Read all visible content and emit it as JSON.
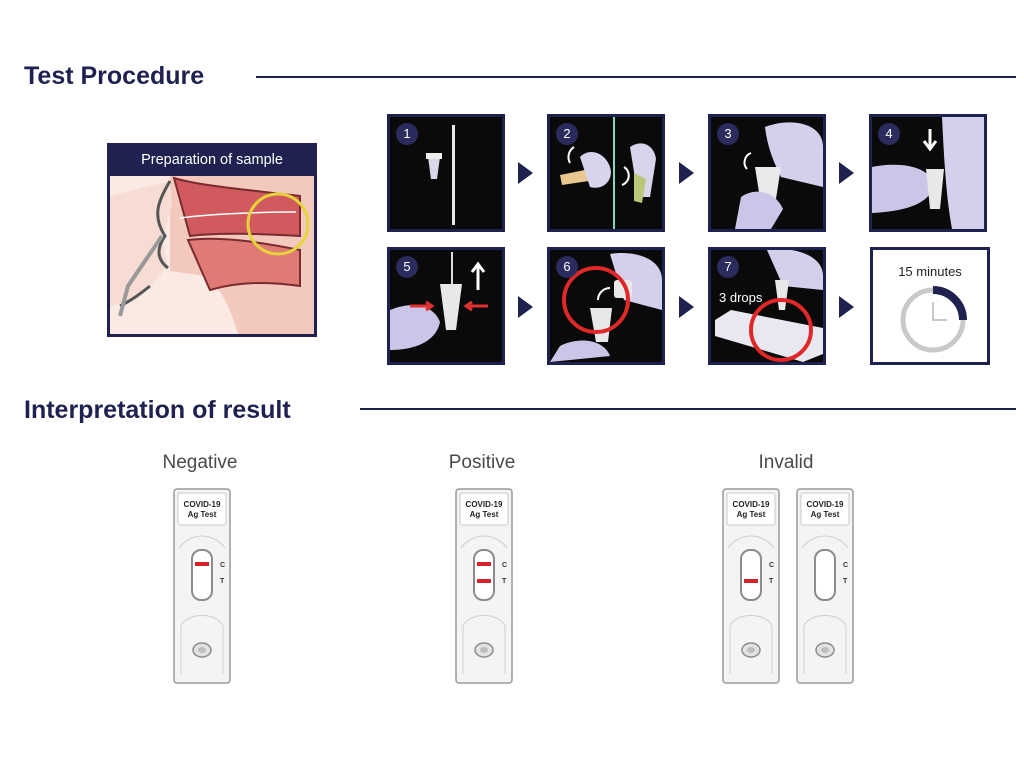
{
  "sections": {
    "procedure_title": "Test Procedure",
    "interpretation_title": "Interpretation of result"
  },
  "preparation": {
    "caption": "Preparation of sample"
  },
  "steps": [
    {
      "number": "1",
      "icon": "swab-and-tube-icon"
    },
    {
      "number": "2",
      "icon": "open-tube-icon"
    },
    {
      "number": "3",
      "icon": "insert-swab-icon"
    },
    {
      "number": "4",
      "icon": "push-down-icon"
    },
    {
      "number": "5",
      "icon": "squeeze-tube-icon"
    },
    {
      "number": "6",
      "icon": "cap-tube-icon"
    },
    {
      "number": "7",
      "icon": "add-drops-icon",
      "text": "3 drops"
    }
  ],
  "timer": {
    "label": "15 minutes",
    "fraction": 0.25
  },
  "results": [
    {
      "label": "Negative",
      "cassettes": [
        {
          "line_c": true,
          "line_t": false
        }
      ]
    },
    {
      "label": "Positive",
      "cassettes": [
        {
          "line_c": true,
          "line_t": true
        }
      ]
    },
    {
      "label": "Invalid",
      "cassettes": [
        {
          "line_c": false,
          "line_t": true
        },
        {
          "line_c": false,
          "line_t": false
        }
      ]
    }
  ],
  "cassette": {
    "brand_line1": "COVID-19",
    "brand_line2": "Ag Test",
    "mark_c": "C",
    "mark_t": "T"
  },
  "colors": {
    "navy": "#1f2150",
    "red_line": "#d8222a",
    "glove": "#c9c3ea"
  }
}
